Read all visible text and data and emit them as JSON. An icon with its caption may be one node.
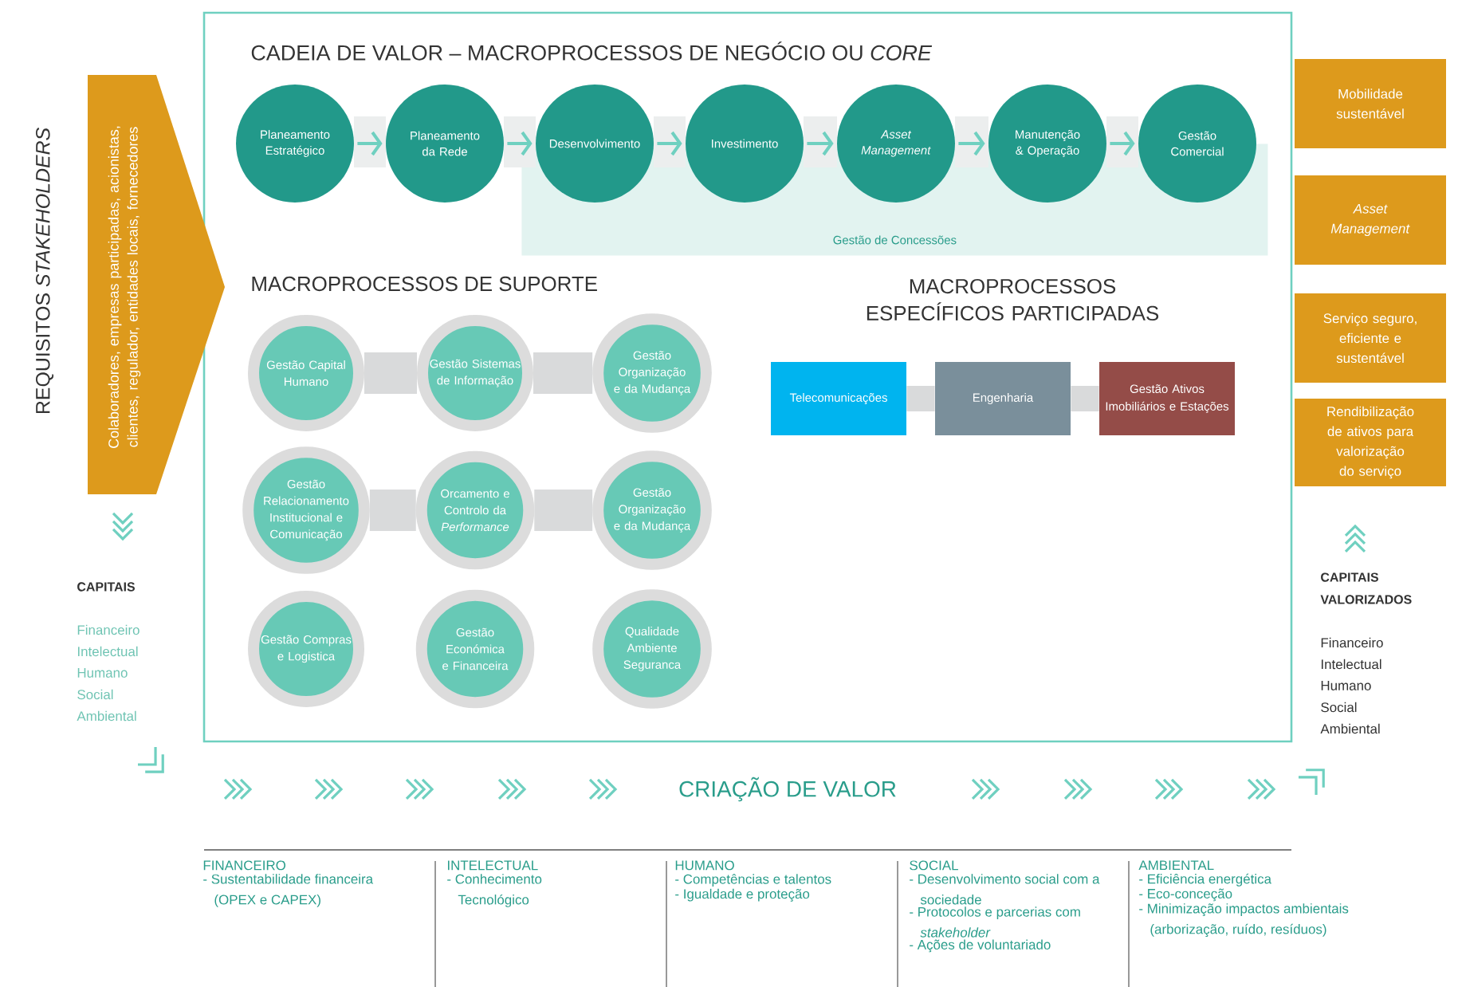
{
  "diagram": {
    "nodes": [
      {
        "text": [
          "Gestão de Concessões"
        ]
      },
      {
        "text": [
          "Planeamento Estratégico"
        ]
      },
      {
        "text": [
          "Planeamento da Rede"
        ]
      },
      {
        "text": [
          "Desenvolvimento"
        ]
      },
      {
        "text": [
          "Investimento"
        ]
      },
      {
        "text": [
          "*Asset Management*"
        ]
      },
      {
        "text": [
          "Manutenção & Operação"
        ]
      },
      {
        "text": [
          "Gestão Comercial"
        ]
      },
      {
        "text": [
          "Gestão Capital Humano"
        ]
      },
      {
        "text": [
          "Gestão Sistemas de Informação"
        ]
      },
      {
        "text": [
          "Gestão Organização e da Mudança"
        ]
      },
      {
        "text": [
          "Gestão Relacionamento Institucional e Comunicação"
        ]
      },
      {
        "text": [
          "Orcamento e Controlo da *Performance*"
        ]
      },
      {
        "text": [
          "Gestão Organização e da Mudança"
        ]
      },
      {
        "text": [
          "Gestão Compras e Logistica"
        ]
      },
      {
        "text": [
          "Gestão Económica e Financeira"
        ]
      },
      {
        "text": [
          "Qualidade Ambiente Seguranca"
        ]
      },
      {
        "text": [
          "Telecomunicações"
        ]
      },
      {
        "text": [
          "Engenharia"
        ]
      },
      {
        "text": [
          "Gestão Ativos Imobiliários e Estações"
        ]
      },
      {
        "text": [
          "Colaboradores, empresas participadas, acionistas, clientes, regulador, entidades locais, fornecedores"
        ]
      },
      {
        "text": [
          "Mobilidade sustentável"
        ]
      },
      {
        "text": [
          "*Asset Management*"
        ]
      },
      {
        "text": [
          "Serviço seguro, eficiente e sustentável"
        ]
      },
      {
        "text": [
          "Rendibilização de ativos para valorização do serviço"
        ]
      }
    ],
    "edges": [
      {
        "from": 1,
        "to": 2,
        "arrow": "to",
        "color": "#6fd0c0"
      },
      {
        "from": 2,
        "to": 3,
        "arrow": "to",
        "color": "#6fd0c0"
      },
      {
        "from": 3,
        "to": 4,
        "arrow": "to",
        "color": "#6fd0c0"
      },
      {
        "from": 4,
        "to": 5,
        "arrow": "to",
        "color": "#6fd0c0"
      },
      {
        "from": 5,
        "to": 6,
        "arrow": "to",
        "color": "#6fd0c0"
      },
      {
        "from": 6,
        "to": 7,
        "arrow": "to",
        "color": "#6fd0c0"
      },
      {
        "from": 8,
        "to": 9,
        "arrow": "none",
        "style": "thick",
        "color": "#d9dadb"
      },
      {
        "from": 9,
        "to": 10,
        "arrow": "none",
        "style": "thick",
        "color": "#d9dadb"
      },
      {
        "from": 11,
        "to": 12,
        "arrow": "none",
        "style": "thick",
        "color": "#d9dadb"
      },
      {
        "from": 12,
        "to": 13,
        "arrow": "none",
        "style": "thick",
        "color": "#d9dadb"
      },
      {
        "from": 17,
        "to": 18,
        "arrow": "none",
        "style": "thick",
        "color": "#d9dadb"
      },
      {
        "from": 18,
        "to": 19,
        "arrow": "none",
        "style": "thick",
        "color": "#d9dadb"
      }
    ],
    "labels": [
      "REQUISITOS *STAKEHOLDERS*",
      "CADEIA DE VALOR – MACROPROCESSOS DE NEGÓCIO OU *CORE*",
      "MACROPROCESSOS DE SUPORTE",
      "MACROPROCESSOS ESPECÍFICOS PARTICIPADAS",
      "CAPITAIS",
      "Financeiro",
      "Intelectual",
      "Humano",
      "Social",
      "Ambiental",
      "CAPITAIS VALORIZADOS",
      "Financeiro",
      "Intelectual",
      "Humano",
      "Social",
      "Ambiental",
      "CRIAÇÃO DE VALOR",
      "FINANCEIRO",
      "- Sustentabilidade financeira (OPEX e CAPEX)",
      "INTELECTUAL",
      "- Conhecimento Tecnológico",
      "HUMANO",
      "- Competências e talentos",
      "- Igualdade e proteção",
      "SOCIAL",
      "- Desenvolvimento social com a sociedade",
      "- Protocolos e parcerias com *stakeholder*",
      "- Ações de voluntariado",
      "AMBIENTAL",
      "- Eficiência energética",
      "- Eco-conceção",
      "- Minimização impactos ambientais (arborização, ruído, resíduos)"
    ]
  }
}
